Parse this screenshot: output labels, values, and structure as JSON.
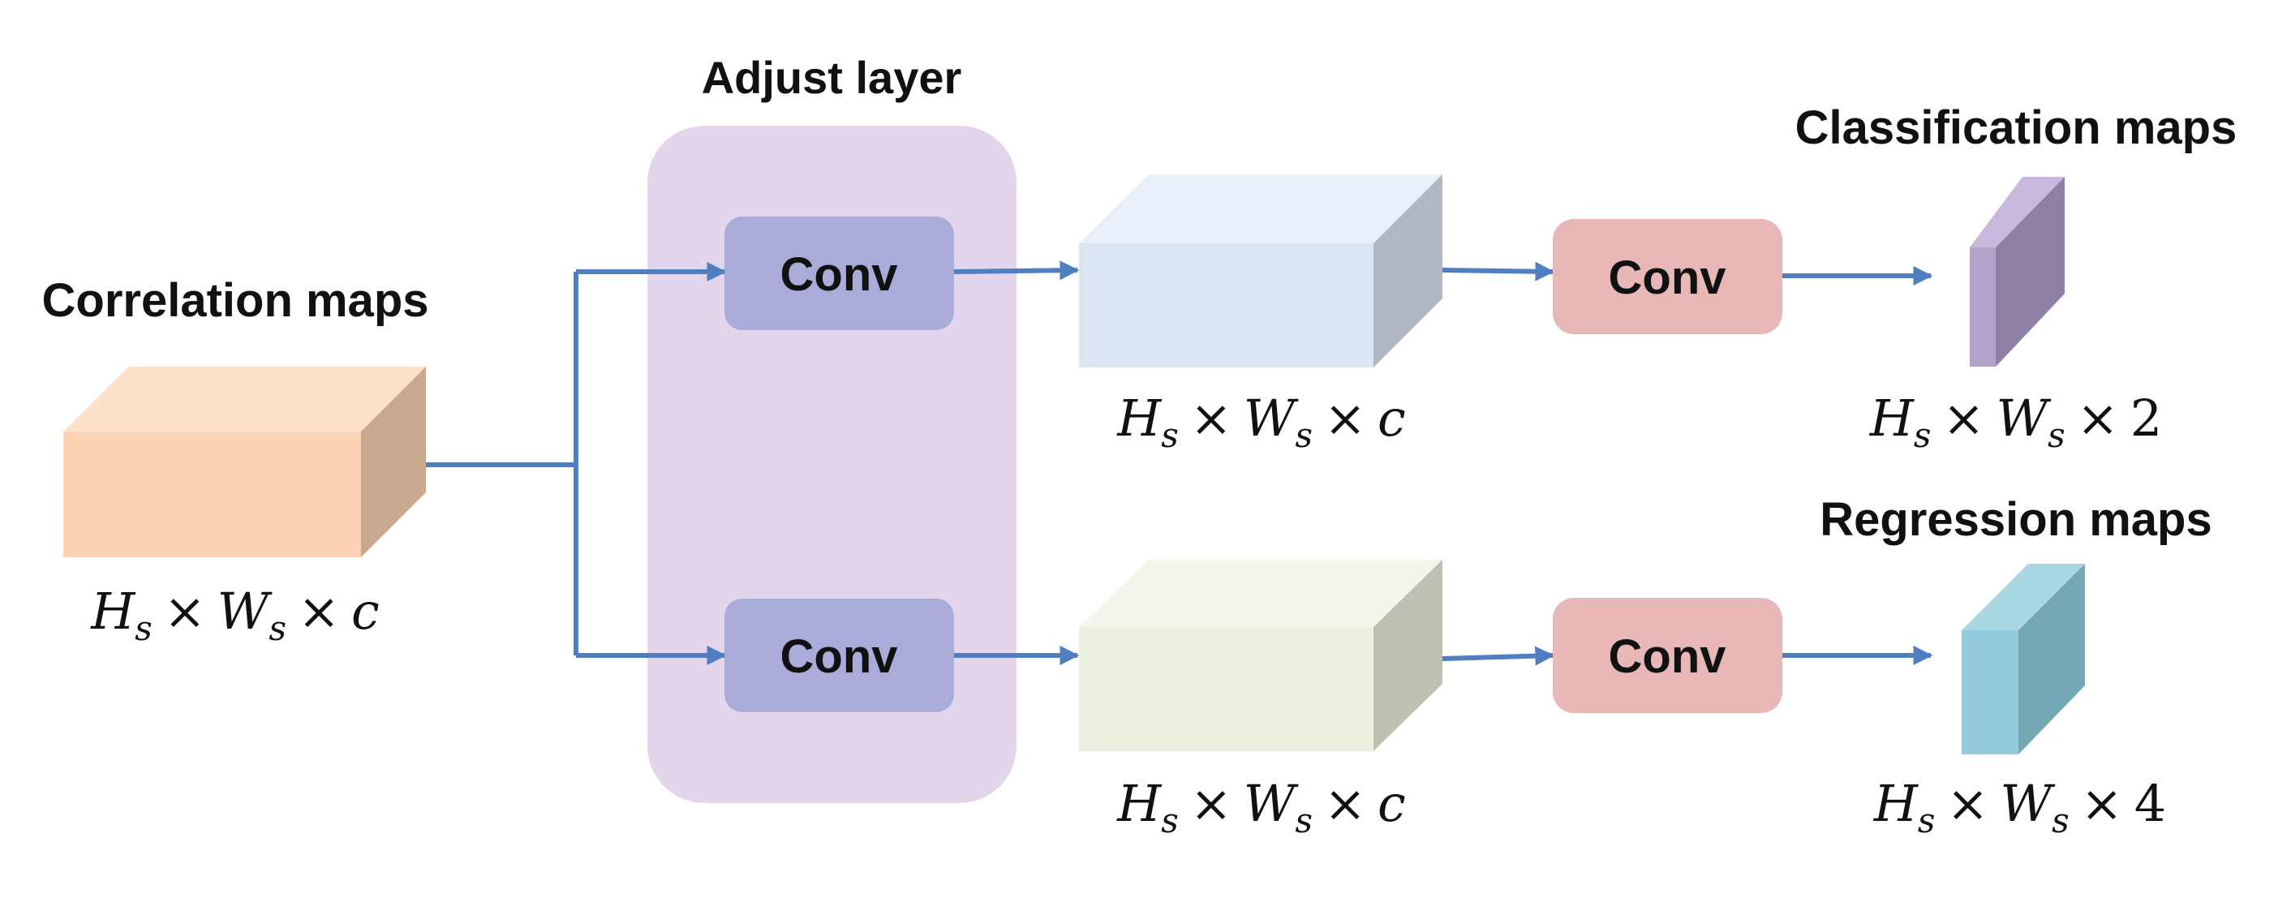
{
  "labels": {
    "correlation": "Correlation maps",
    "adjust": "Adjust layer",
    "classification": "Classification maps",
    "regression": "Regression maps"
  },
  "conv": {
    "adjust_top": "Conv",
    "adjust_bottom": "Conv",
    "head_top": "Conv",
    "head_bottom": "Conv"
  },
  "dims": {
    "correlation": {
      "h": "H",
      "hs": "s",
      "w": "W",
      "ws": "s",
      "last": "c",
      "times": "×"
    },
    "mid_top": {
      "h": "H",
      "hs": "s",
      "w": "W",
      "ws": "s",
      "last": "c",
      "times": "×"
    },
    "mid_bottom": {
      "h": "H",
      "hs": "s",
      "w": "W",
      "ws": "s",
      "last": "c",
      "times": "×"
    },
    "classification": {
      "h": "H",
      "hs": "s",
      "w": "W",
      "ws": "s",
      "last": "2",
      "times": "×"
    },
    "regression": {
      "h": "H",
      "hs": "s",
      "w": "W",
      "ws": "s",
      "last": "4",
      "times": "×"
    }
  },
  "colors": {
    "arrow": "#4f7fc0",
    "adjust_panel": "#e3d6ec",
    "conv_adjust": "#a9acd8",
    "conv_head": "#e8b8b8",
    "correlation_box": [
      "#fcd3b4",
      "#fde1c9",
      "#c9a98e"
    ],
    "mid_top_box": [
      "#dce6f3",
      "#e9eff8",
      "#b0b8c4"
    ],
    "mid_bottom_box": [
      "#ecf0e1",
      "#f3f5ea",
      "#bec1b2"
    ],
    "classification_box": [
      "#b3a3ca",
      "#c8b8dc",
      "#8f81a3"
    ],
    "regression_box": [
      "#93cbdb",
      "#a9d7e4",
      "#72a7b3"
    ]
  }
}
